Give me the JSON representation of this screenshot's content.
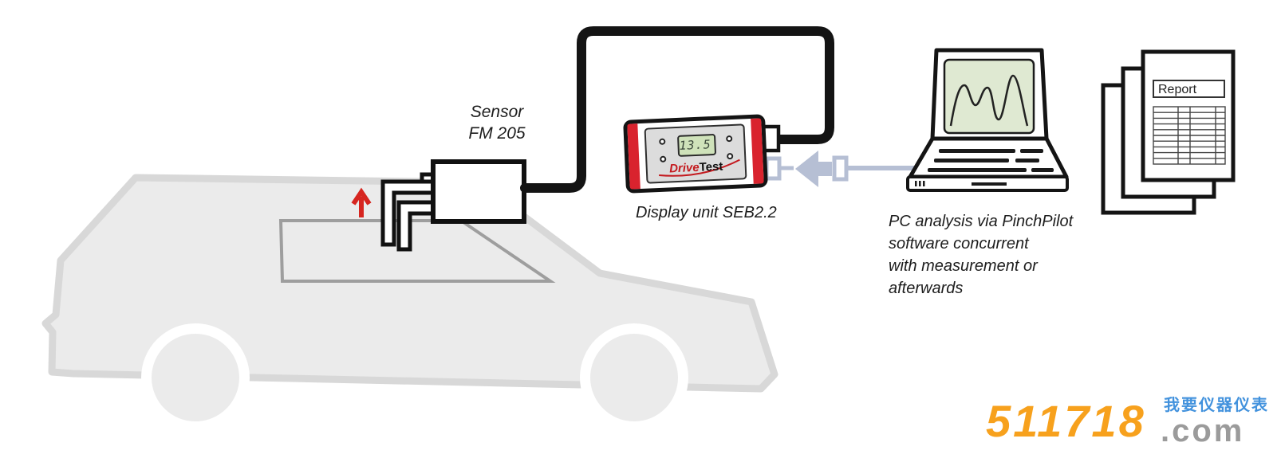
{
  "labels": {
    "sensor": [
      "Sensor",
      "FM 205"
    ],
    "display_unit": "Display unit SEB2.2",
    "pc_analysis": [
      "PC analysis via PinchPilot",
      "software concurrent",
      "with measurement or",
      "afterwards"
    ],
    "report": "Report"
  },
  "display_device": {
    "lcd_value": "13.5",
    "brand": {
      "drive": "Drive",
      "test": "Test"
    }
  },
  "watermark": {
    "number": "511718",
    "suffix": ".com",
    "tagline_cn": "我要仪器仪表"
  },
  "colors": {
    "device_red": "#D9232E",
    "brand_red": "#C41A1F",
    "arrow_red": "#D6251F",
    "usb_blue_gray": "#B6BFD4",
    "car_fill": "#EBEBEB",
    "car_stroke": "#D8D8D8",
    "window_gray": "#9E9E9E",
    "laptop_screen_green": "#DFE9D2",
    "lcd_green": "#CFE2BA",
    "line_black": "#141414",
    "watermark_orange": "#F7A11D",
    "watermark_gray": "#9B9B9B",
    "watermark_blue": "#4292DD"
  }
}
